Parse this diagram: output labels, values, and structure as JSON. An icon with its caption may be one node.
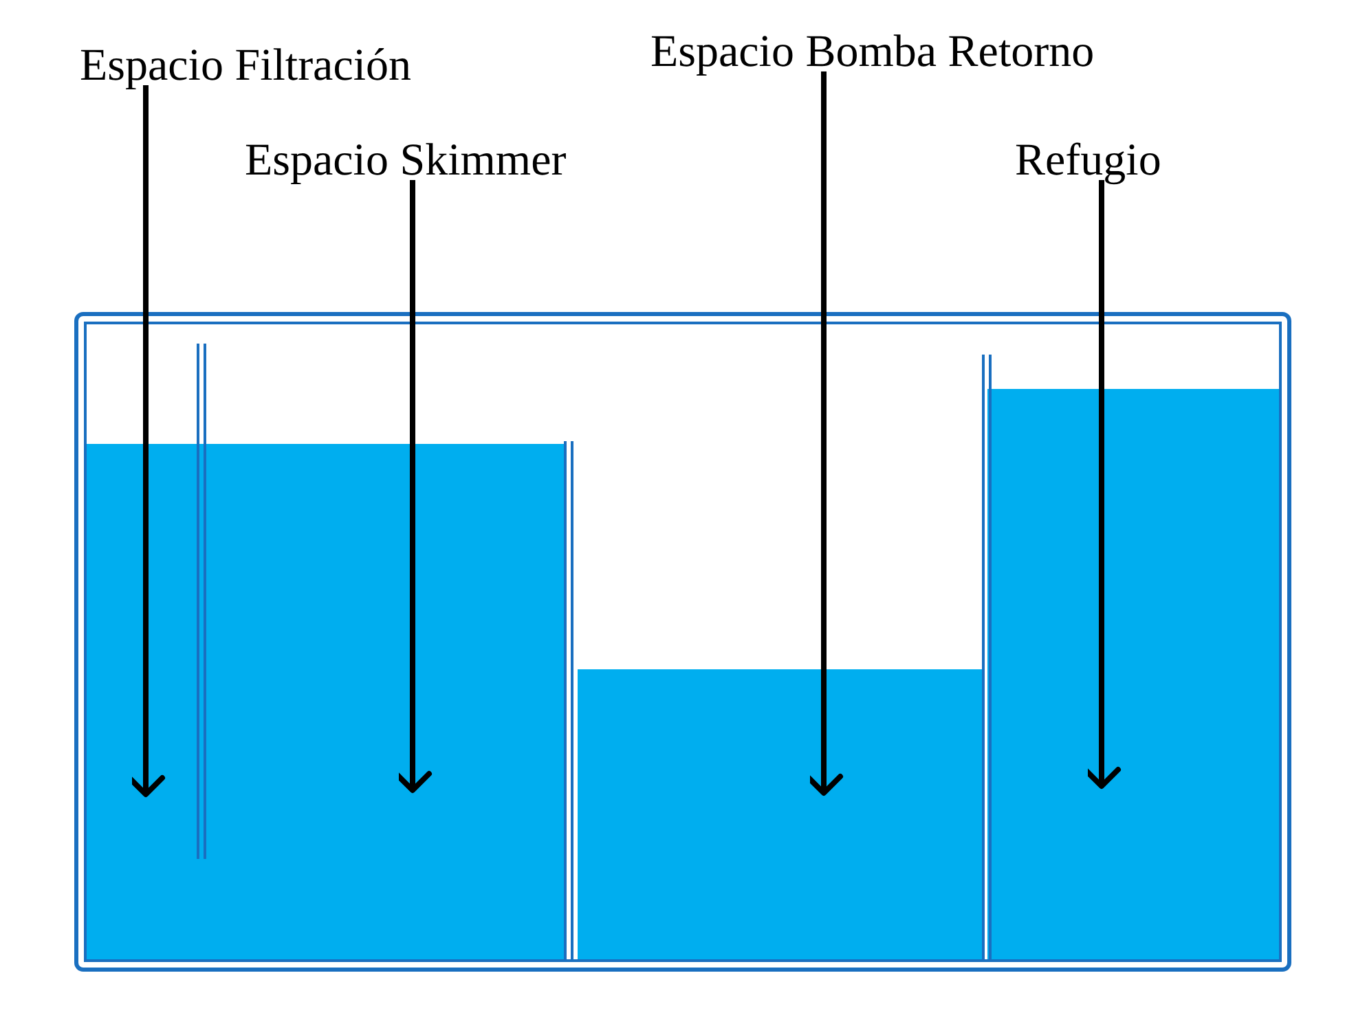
{
  "diagram": {
    "nodes": [
      {
        "text": [
          "Espacio Filtración"
        ]
      },
      {
        "text": [
          "Espacio Skimmer"
        ]
      },
      {
        "text": [
          "Espacio Bomba Retorno"
        ]
      },
      {
        "text": [
          "Refugio"
        ]
      }
    ],
    "edges": [
      {
        "from": 0,
        "to": null,
        "arrow": "to"
      },
      {
        "from": 1,
        "to": null,
        "arrow": "to"
      },
      {
        "from": 2,
        "to": null,
        "arrow": "to"
      },
      {
        "from": 3,
        "to": null,
        "arrow": "to"
      }
    ]
  }
}
